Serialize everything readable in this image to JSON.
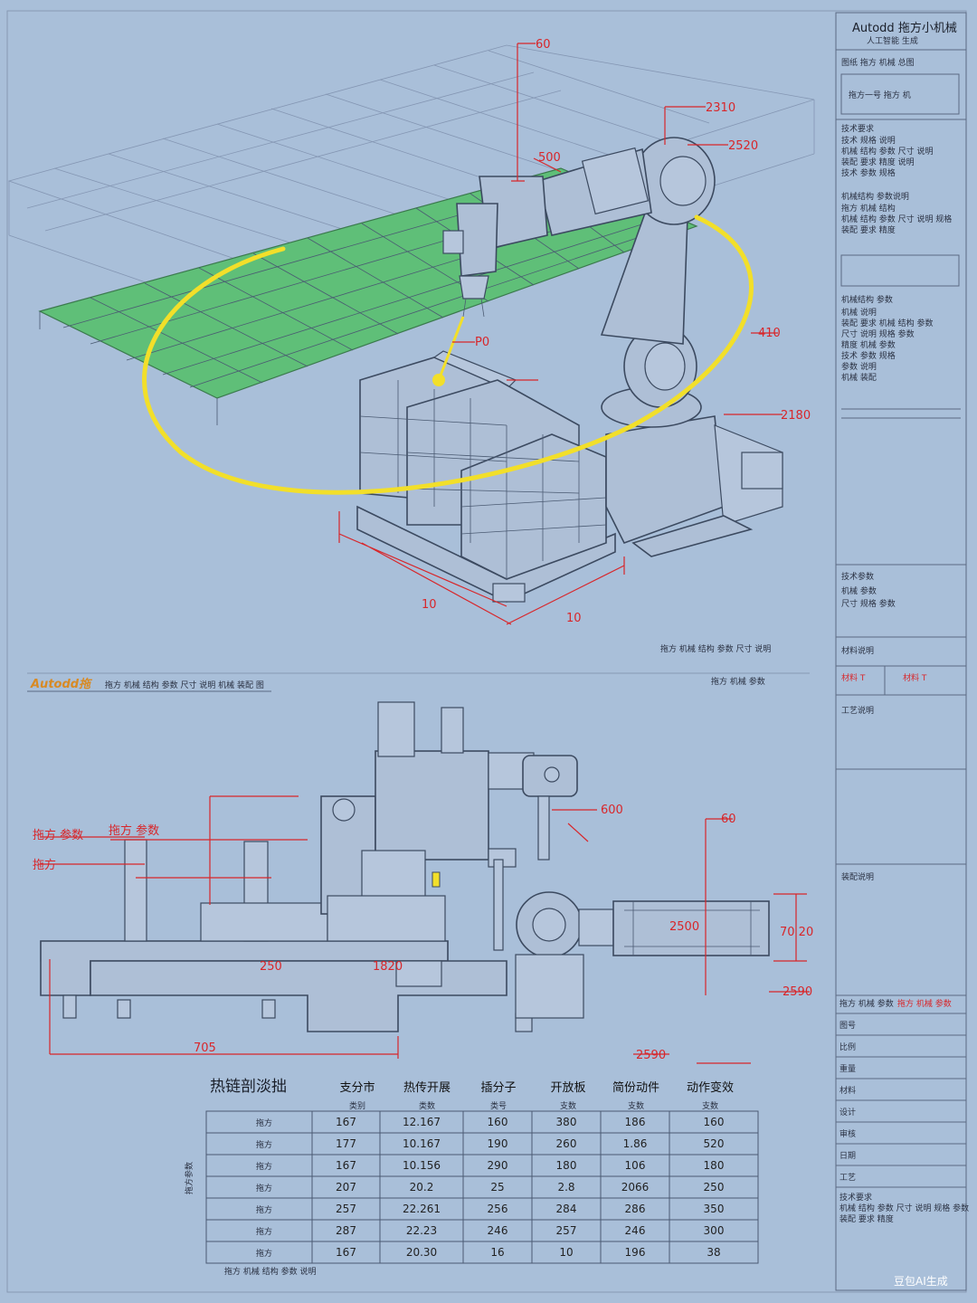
{
  "title_block": {
    "brand": "Autodd 拖方小机械",
    "brand_sub": "人工智能 生成",
    "line1": "图纸 拖方 机械 总图",
    "box_label": "拖方一号 拖方 机",
    "note_heading_1": "技术要求",
    "note_lines_1": [
      "技术 规格 说明",
      "机械 结构 参数 尺寸 说明",
      "装配 要求 精度 说明",
      "技术 参数 规格"
    ],
    "note_heading_2": "机械结构 参数说明",
    "note_lines_2": [
      "拖方 机械 结构",
      "机械 结构 参数 尺寸 说明 规格",
      "装配 要求 精度"
    ],
    "note_heading_3": "机械结构 参数",
    "note_lines_3": [
      "机械 说明",
      "装配 要求 机械 结构 参数",
      "尺寸 说明 规格 参数",
      "精度 机械 参数",
      "技术 参数 规格",
      "参数 说明",
      "机械 装配"
    ],
    "tech_heading": "技术参数",
    "tech_lines": [
      "机械 参数",
      "尺寸 规格 参数"
    ],
    "material_heading": "材料说明",
    "material_values": [
      "材料 T",
      "材料 T"
    ],
    "process_heading": "工艺说明",
    "assembly_heading": "装配说明",
    "bottom_heading": "拖方 机械 参数",
    "bottom_heading_red": "拖方 机械 参数",
    "bottom_rows": [
      "图号",
      "比例",
      "重量",
      "材料",
      "设计",
      "审核",
      "日期",
      "工艺"
    ],
    "bottom_notes": [
      "技术要求",
      "机械 结构 参数 尺寸 说明 规格 参数",
      "装配 要求 精度"
    ],
    "watermark": "豆包AI生成"
  },
  "top_view": {
    "dims": {
      "d_top": "60",
      "d_arm1": "2310",
      "d_arm2": "2520",
      "d_tool": "500",
      "d_base": "2180",
      "d_p0": "P0",
      "d_right": "410",
      "d_pallet_w": "10",
      "d_pallet_d": "10"
    },
    "caption": "拖方 机械 结构 参数 尺寸 说明"
  },
  "section_bar": {
    "logo": "Autodd拖",
    "text": "拖方 机械 结构 参数 尺寸 说明 机械 装配 图",
    "right_text": "拖方 机械 参数"
  },
  "side_view": {
    "dims": {
      "d_left1": "拖方 参数",
      "d_left2": "拖方",
      "d_left3": "拖方 参数",
      "d_mid1": "600",
      "d_mid2": "2500",
      "d_right1": "60",
      "d_right2": "70 20",
      "d_right3": "2590",
      "d_bottom": "705",
      "d_tool": "1820",
      "d_rail": "250",
      "d_base": "2590"
    }
  },
  "table": {
    "title": "热链剖淡拙",
    "col_headers": [
      "支分市",
      "热传开展",
      "插分子",
      "开放板",
      "简份动件",
      "动作变效"
    ],
    "sub_headers": [
      "类别",
      "类数",
      "类号",
      "支数",
      "支数",
      "支数"
    ],
    "side_label": "拖方参数",
    "rows": [
      [
        "拖方",
        "167",
        "12.167",
        "160",
        "380",
        "186",
        "160"
      ],
      [
        "拖方",
        "177",
        "10.167",
        "190",
        "260",
        "1.86",
        "520"
      ],
      [
        "拖方",
        "167",
        "10.156",
        "290",
        "180",
        "106",
        "180"
      ],
      [
        "拖方",
        "207",
        "20.2",
        "25",
        "2.8",
        "2066",
        "250"
      ],
      [
        "拖方",
        "257",
        "22.261",
        "256",
        "284",
        "286",
        "350"
      ],
      [
        "拖方",
        "287",
        "22.23",
        "246",
        "257",
        "246",
        "300"
      ],
      [
        "拖方",
        "167",
        "20.30",
        "16",
        "10",
        "196",
        "38"
      ]
    ],
    "footer": "拖方 机械 结构 参数 说明"
  },
  "colors": {
    "background": "#a9bfd9",
    "dimension_red": "#d8262a",
    "trajectory_yellow": "#f2df2a",
    "work_area_green": "#5fbf78"
  }
}
